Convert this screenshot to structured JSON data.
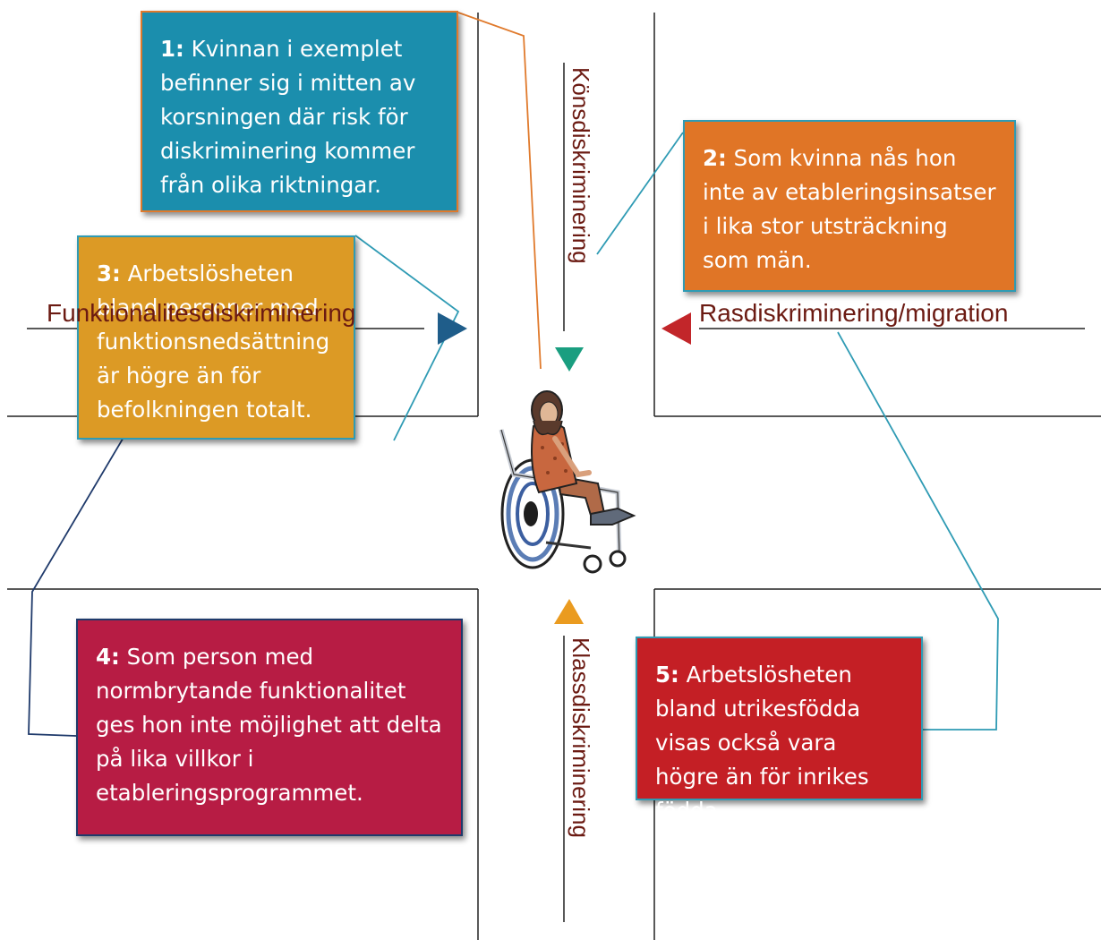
{
  "boxes": [
    {
      "num": "1:",
      "text": "Kvinnan i exemplet befinner sig i mitten av korsningen där risk för diskriminering kommer från olika riktningar.",
      "color": "#1b8ead",
      "border": "#e07a2c"
    },
    {
      "num": "2:",
      "text": "Som kvinna nås hon inte av etableringsinsatser i lika stor utsträckning som män.",
      "color": "#e07526",
      "border": "#2f9bb4"
    },
    {
      "num": "3:",
      "text": "Arbetslösheten bland personer med funktionsnedsättning är högre än för befolkningen totalt.",
      "color": "#dc9a25",
      "border": "#2f9bb4"
    },
    {
      "num": "4:",
      "text": "Som person med normbrytande funktionalitet ges hon inte möjlighet att delta på lika villkor i etableringsprogrammet.",
      "color": "#b71c44",
      "border": "#1f3a6b"
    },
    {
      "num": "5:",
      "text": "Arbetslösheten bland utrikesfödda visas också vara högre än för inrikes födda.",
      "color": "#c41f25",
      "border": "#2f9bb4"
    }
  ],
  "labels": {
    "konsdiskriminering": "Könsdiskriminering",
    "funktionalitet": "Funktionalitesdiskriminering",
    "ras": "Rasdiskriminering/migration",
    "klass": "Klassdiskriminering"
  },
  "arrow_colors": {
    "top": "#1a9e80",
    "left": "#1f5d8a",
    "right": "#c2262a",
    "bottom": "#ea9b20"
  }
}
